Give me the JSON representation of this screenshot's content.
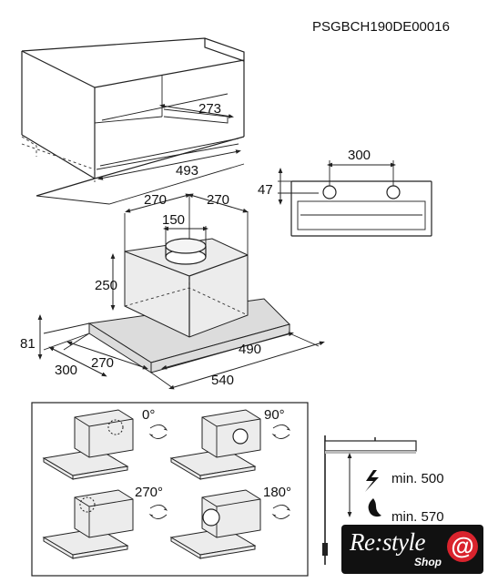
{
  "code": "PSGBCH190DE00016",
  "cabinet": {
    "depth": "273",
    "width": "493"
  },
  "side_view": {
    "spacing": "300",
    "height": "47"
  },
  "hood": {
    "front_left": "270",
    "front_right": "270",
    "outlet": "150",
    "height": "250",
    "panel": "81",
    "depth_side": "300",
    "depth": "270",
    "width_inner": "490",
    "width_outer": "540"
  },
  "rotations": [
    "0°",
    "90°",
    "270°",
    "180°"
  ],
  "clearance": {
    "electric": "min. 500",
    "gas": "min. 570"
  },
  "logo": {
    "main": "Re:style",
    "sub": "Shop",
    "at": "@"
  }
}
